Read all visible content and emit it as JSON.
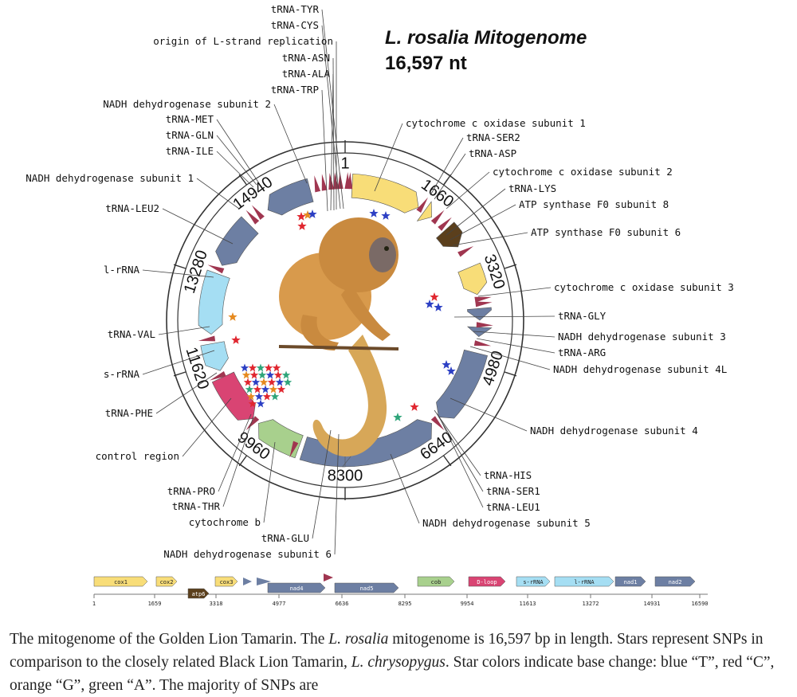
{
  "title": {
    "species": "L. rosalia Mitogenome",
    "length": "16,597 nt"
  },
  "ring_positions": [
    "1",
    "1660",
    "3320",
    "4980",
    "6640",
    "8300",
    "9960",
    "11620",
    "13280",
    "14940"
  ],
  "labels": [
    "tRNA-TYR",
    "tRNA-CYS",
    "origin of L-strand replication",
    "tRNA-ASN",
    "tRNA-ALA",
    "tRNA-TRP",
    "NADH dehydrogenase subunit 2",
    "tRNA-MET",
    "tRNA-GLN",
    "tRNA-ILE",
    "NADH dehydrogenase subunit 1",
    "tRNA-LEU2",
    "l-rRNA",
    "tRNA-VAL",
    "s-rRNA",
    "tRNA-PHE",
    "control region",
    "tRNA-PRO",
    "tRNA-THR",
    "cytochrome b",
    "tRNA-GLU",
    "NADH dehydrogenase subunit 6",
    "cytochrome c oxidase subunit 1",
    "tRNA-SER2",
    "tRNA-ASP",
    "cytochrome c oxidase subunit 2",
    "tRNA-LYS",
    "ATP synthase F0 subunit 8",
    "ATP synthase F0 subunit 6",
    "cytochrome c oxidase subunit 3",
    "tRNA-GLY",
    "NADH dehydrogenase subunit 3",
    "tRNA-ARG",
    "NADH dehydrogenase subunit 4L",
    "NADH dehydrogenase subunit 4",
    "tRNA-HIS",
    "tRNA-SER1",
    "tRNA-LEU1",
    "NADH dehydrogenase subunit 5"
  ],
  "track_features": [
    "cox1",
    "cox2",
    "atp6",
    "cox3",
    "nad4",
    "nad5",
    "cob",
    "D-loop",
    "s-rRNA",
    "l-rRNA",
    "nad1",
    "nad2"
  ],
  "track_ticks": [
    "1",
    "1659",
    "3318",
    "4977",
    "6636",
    "8295",
    "9954",
    "11613",
    "13272",
    "14931",
    "16590"
  ],
  "colors": {
    "cox": "#f8dd78",
    "nad": "#6d7fa3",
    "atp": "#5b3f1c",
    "rrna": "#a5def3",
    "cob": "#a8d08d",
    "dloop": "#d94473",
    "trna": "#a03650",
    "ring": "#222222"
  },
  "star_colors": {
    "T": "#2c3fc4",
    "C": "#e0262f",
    "G": "#e68a1f",
    "A": "#2fa57a"
  },
  "caption": {
    "s1": "The mitogenome of the Golden Lion Tamarin. The ",
    "s1i": "L. rosalia",
    "s2": " mitogenome is 16,597 bp in length. Stars represent SNPs in comparison to the closely related Black Lion Tamarin, ",
    "s2i": "L. chrysopygus",
    "s3": ". Star colors indicate base change: blue “T”, red “C”, orange “G”, green “A”. The majority of SNPs are"
  }
}
